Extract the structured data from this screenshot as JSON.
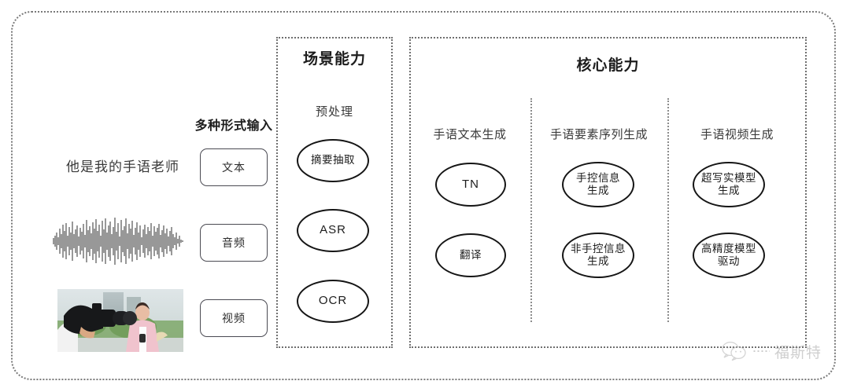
{
  "frame": {
    "border_color": "#7a7a7a"
  },
  "input_section": {
    "heading": "多种形式输入",
    "sample_text": "他是我的手语老师",
    "waveform_icon": "audio-waveform",
    "video_thumbnail_icon": "video-thumbnail",
    "chips": [
      {
        "label": "文本"
      },
      {
        "label": "音频"
      },
      {
        "label": "视频"
      }
    ]
  },
  "scene_panel": {
    "title": "场景能力",
    "subtitle": "预处理",
    "nodes": [
      {
        "label": "摘要抽取",
        "script": "cn"
      },
      {
        "label": "ASR",
        "script": "en"
      },
      {
        "label": "OCR",
        "script": "en"
      }
    ]
  },
  "core_panel": {
    "title": "核心能力",
    "columns": [
      {
        "label": "手语文本生成",
        "nodes": [
          {
            "label": "TN",
            "script": "en"
          },
          {
            "label": "翻译",
            "script": "cn"
          }
        ]
      },
      {
        "label": "手语要素序列生成",
        "nodes": [
          {
            "label": "手控信息\n生成",
            "script": "cn"
          },
          {
            "label": "非手控信息\n生成",
            "script": "cn"
          }
        ]
      },
      {
        "label": "手语视频生成",
        "nodes": [
          {
            "label": "超写实模型\n生成",
            "script": "cn"
          },
          {
            "label": "高精度模型\n驱动",
            "script": "cn"
          }
        ]
      }
    ]
  },
  "watermark": {
    "text": "福斯特",
    "icon": "wechat-logo",
    "color": "#8f8f8f"
  }
}
